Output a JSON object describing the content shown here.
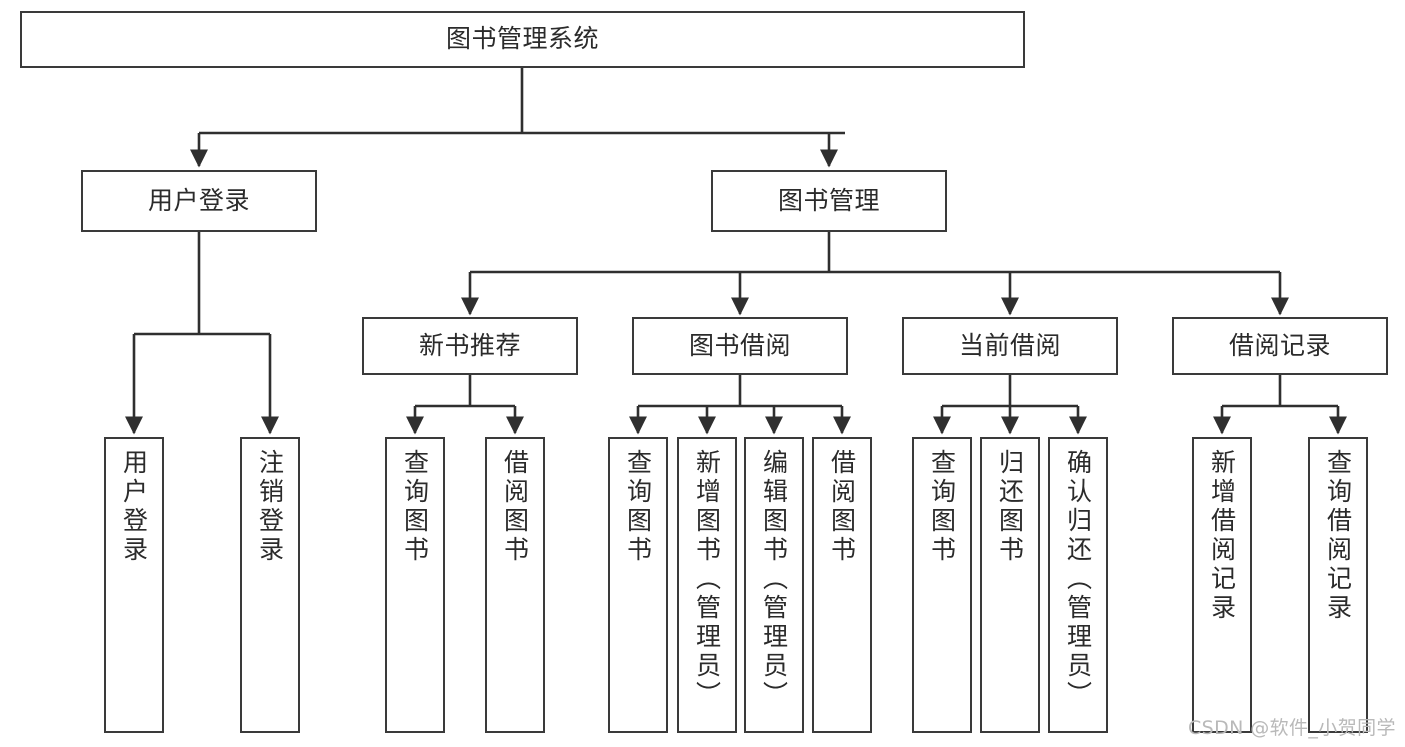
{
  "diagram": {
    "type": "tree",
    "title": "图书管理系统",
    "orientation": "top-down",
    "root": {
      "id": "root",
      "label": "图书管理系统"
    },
    "levels": [
      {
        "level": 1,
        "nodes": [
          {
            "id": "root",
            "label": "图书管理系统"
          }
        ]
      },
      {
        "level": 2,
        "nodes": [
          {
            "id": "user-login",
            "label": "用户登录",
            "parent": "root"
          },
          {
            "id": "book-manage",
            "label": "图书管理",
            "parent": "root"
          }
        ]
      },
      {
        "level": 3,
        "nodes": [
          {
            "id": "new-book-rec",
            "label": "新书推荐",
            "parent": "book-manage"
          },
          {
            "id": "book-borrow",
            "label": "图书借阅",
            "parent": "book-manage"
          },
          {
            "id": "current-borrow",
            "label": "当前借阅",
            "parent": "book-manage"
          },
          {
            "id": "borrow-record",
            "label": "借阅记录",
            "parent": "book-manage"
          }
        ]
      },
      {
        "level": 4,
        "nodes": [
          {
            "id": "leaf-1",
            "label": "用户登录",
            "parent": "user-login"
          },
          {
            "id": "leaf-2",
            "label": "注销登录",
            "parent": "user-login"
          },
          {
            "id": "leaf-3",
            "label": "查询图书",
            "parent": "new-book-rec"
          },
          {
            "id": "leaf-4",
            "label": "借阅图书",
            "parent": "new-book-rec"
          },
          {
            "id": "leaf-5",
            "label": "查询图书",
            "parent": "book-borrow"
          },
          {
            "id": "leaf-6",
            "label": "新增图书（管理员）",
            "parent": "book-borrow"
          },
          {
            "id": "leaf-7",
            "label": "编辑图书（管理员）",
            "parent": "book-borrow"
          },
          {
            "id": "leaf-8",
            "label": "借阅图书",
            "parent": "book-borrow"
          },
          {
            "id": "leaf-9",
            "label": "查询图书",
            "parent": "current-borrow"
          },
          {
            "id": "leaf-10",
            "label": "归还图书",
            "parent": "current-borrow"
          },
          {
            "id": "leaf-11",
            "label": "确认归还（管理员）",
            "parent": "current-borrow"
          },
          {
            "id": "leaf-12",
            "label": "新增借阅记录",
            "parent": "borrow-record"
          },
          {
            "id": "leaf-13",
            "label": "查询借阅记录",
            "parent": "borrow-record"
          }
        ]
      }
    ],
    "colors": {
      "box_border": "#3a3a3a",
      "box_fill": "#ffffff",
      "connector": "#2f2f2f",
      "text": "#2b2b2b",
      "watermark": "#b9b9b9",
      "background": "#ffffff"
    }
  },
  "watermark": {
    "text": "CSDN @软件_小贺同学"
  }
}
